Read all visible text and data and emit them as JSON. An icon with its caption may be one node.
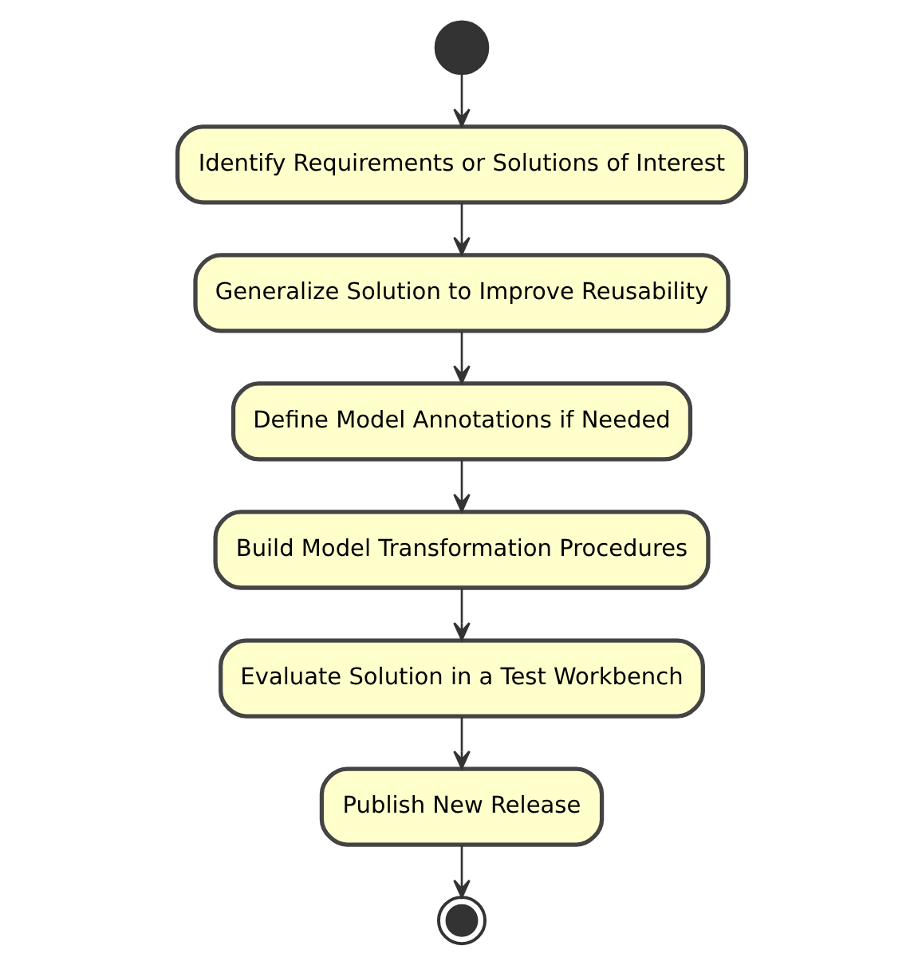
{
  "diagram": {
    "nodes": [
      {
        "text": [],
        "shape": "circle"
      },
      {
        "text": [
          "Identify Requirements or Solutions of Interest"
        ]
      },
      {
        "text": [
          "Generalize Solution to Improve Reusability"
        ]
      },
      {
        "text": [
          "Define Model Annotations if Needed"
        ]
      },
      {
        "text": [
          "Build Model Transformation Procedures"
        ]
      },
      {
        "text": [
          "Evaluate Solution in a Test Workbench"
        ]
      },
      {
        "text": [
          "Publish New Release"
        ]
      },
      {
        "text": [],
        "shape": "bullseye"
      }
    ],
    "edges": [
      {
        "from": 0,
        "to": 1,
        "arrow": "to"
      },
      {
        "from": 1,
        "to": 2,
        "arrow": "to"
      },
      {
        "from": 2,
        "to": 3,
        "arrow": "to"
      },
      {
        "from": 3,
        "to": 4,
        "arrow": "to"
      },
      {
        "from": 4,
        "to": 5,
        "arrow": "to"
      },
      {
        "from": 5,
        "to": 6,
        "arrow": "to"
      },
      {
        "from": 6,
        "to": 7,
        "arrow": "to"
      }
    ]
  }
}
